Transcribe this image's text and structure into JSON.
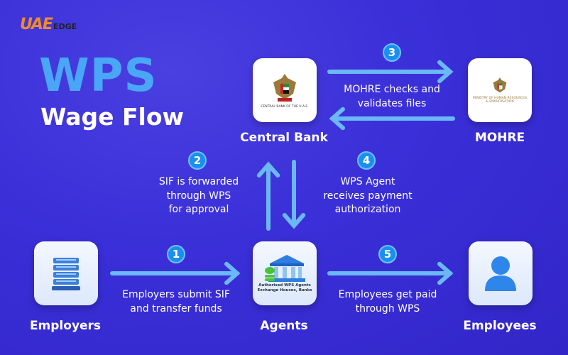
{
  "logo": {
    "main": "UAE",
    "sub": "EDGE"
  },
  "title": "WPS",
  "subtitle": "Wage Flow",
  "nodes": {
    "central_bank": {
      "label": "Central Bank",
      "logo_text": "CENTRAL BANK OF THE U.A.E."
    },
    "mohre": {
      "label": "MOHRE",
      "logo_text": "MINISTRY OF HUMAN RESOURCES & EMIRATISATION"
    },
    "employers": {
      "label": "Employers",
      "icon": "building-icon"
    },
    "agents": {
      "label": "Agents",
      "card_line1": "Authorised WPS Agents",
      "card_line2": "Exchange Houses, Banks",
      "icon": "bank-icon"
    },
    "employees": {
      "label": "Employees",
      "icon": "person-icon"
    }
  },
  "steps": [
    {
      "number": "1",
      "line1": "Employers submit SIF",
      "line2": "and transfer funds"
    },
    {
      "number": "2",
      "line1": "SIF is forwarded",
      "line2": "through WPS",
      "line3": "for approval"
    },
    {
      "number": "3",
      "line1": "MOHRE checks and",
      "line2": "validates files"
    },
    {
      "number": "4",
      "line1": "WPS Agent",
      "line2": "receives payment",
      "line3": "authorization"
    },
    {
      "number": "5",
      "line1": "Employees get paid",
      "line2": "through WPS"
    }
  ],
  "colors": {
    "background": "#3a2fd8",
    "title": "#4aa6f6",
    "arrow": "#6ab8f5",
    "step_badge": "#1b8ff0"
  }
}
